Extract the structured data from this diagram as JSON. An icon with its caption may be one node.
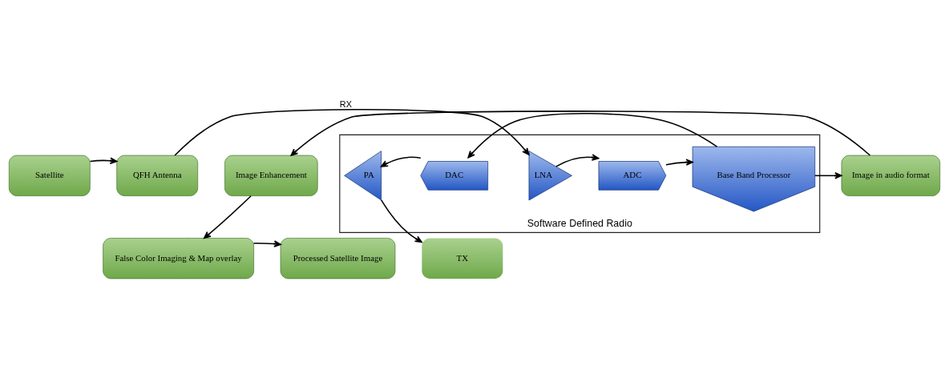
{
  "diagram": {
    "nodes": [
      {
        "text": [
          "Satellite"
        ]
      },
      {
        "text": [
          "QFH Antenna"
        ]
      },
      {
        "text": [
          "Software Defined Radio"
        ]
      },
      {
        "text": [
          "LNA"
        ],
        "in": 2
      },
      {
        "text": [
          "ADC"
        ],
        "in": 2
      },
      {
        "text": [
          "Base Band Processor"
        ],
        "in": 2
      },
      {
        "text": [
          "DAC"
        ],
        "in": 2
      },
      {
        "text": [
          "PA"
        ],
        "in": 2
      },
      {
        "text": [
          "Image in audio format"
        ]
      },
      {
        "text": [
          "Image Enhancement"
        ]
      },
      {
        "text": [
          "False Color Imaging & Map overlay"
        ]
      },
      {
        "text": [
          "Processed Satellite Image"
        ]
      },
      {
        "text": [
          "TX"
        ]
      }
    ],
    "edges": [
      {
        "from": 0,
        "to": 1,
        "arrow": "to"
      },
      {
        "from": 1,
        "to": 3,
        "arrow": "to",
        "label": "RX"
      },
      {
        "from": 3,
        "to": 4,
        "arrow": "to"
      },
      {
        "from": 4,
        "to": 5,
        "arrow": "to"
      },
      {
        "from": 5,
        "to": 8,
        "arrow": "to"
      },
      {
        "from": 5,
        "to": 6,
        "arrow": "to"
      },
      {
        "from": 6,
        "to": 7,
        "arrow": "to"
      },
      {
        "from": 7,
        "to": 12,
        "arrow": "to"
      },
      {
        "from": 8,
        "to": 9,
        "arrow": "to"
      },
      {
        "from": 9,
        "to": 10,
        "arrow": "to"
      },
      {
        "from": 10,
        "to": 11,
        "arrow": "to"
      }
    ]
  }
}
